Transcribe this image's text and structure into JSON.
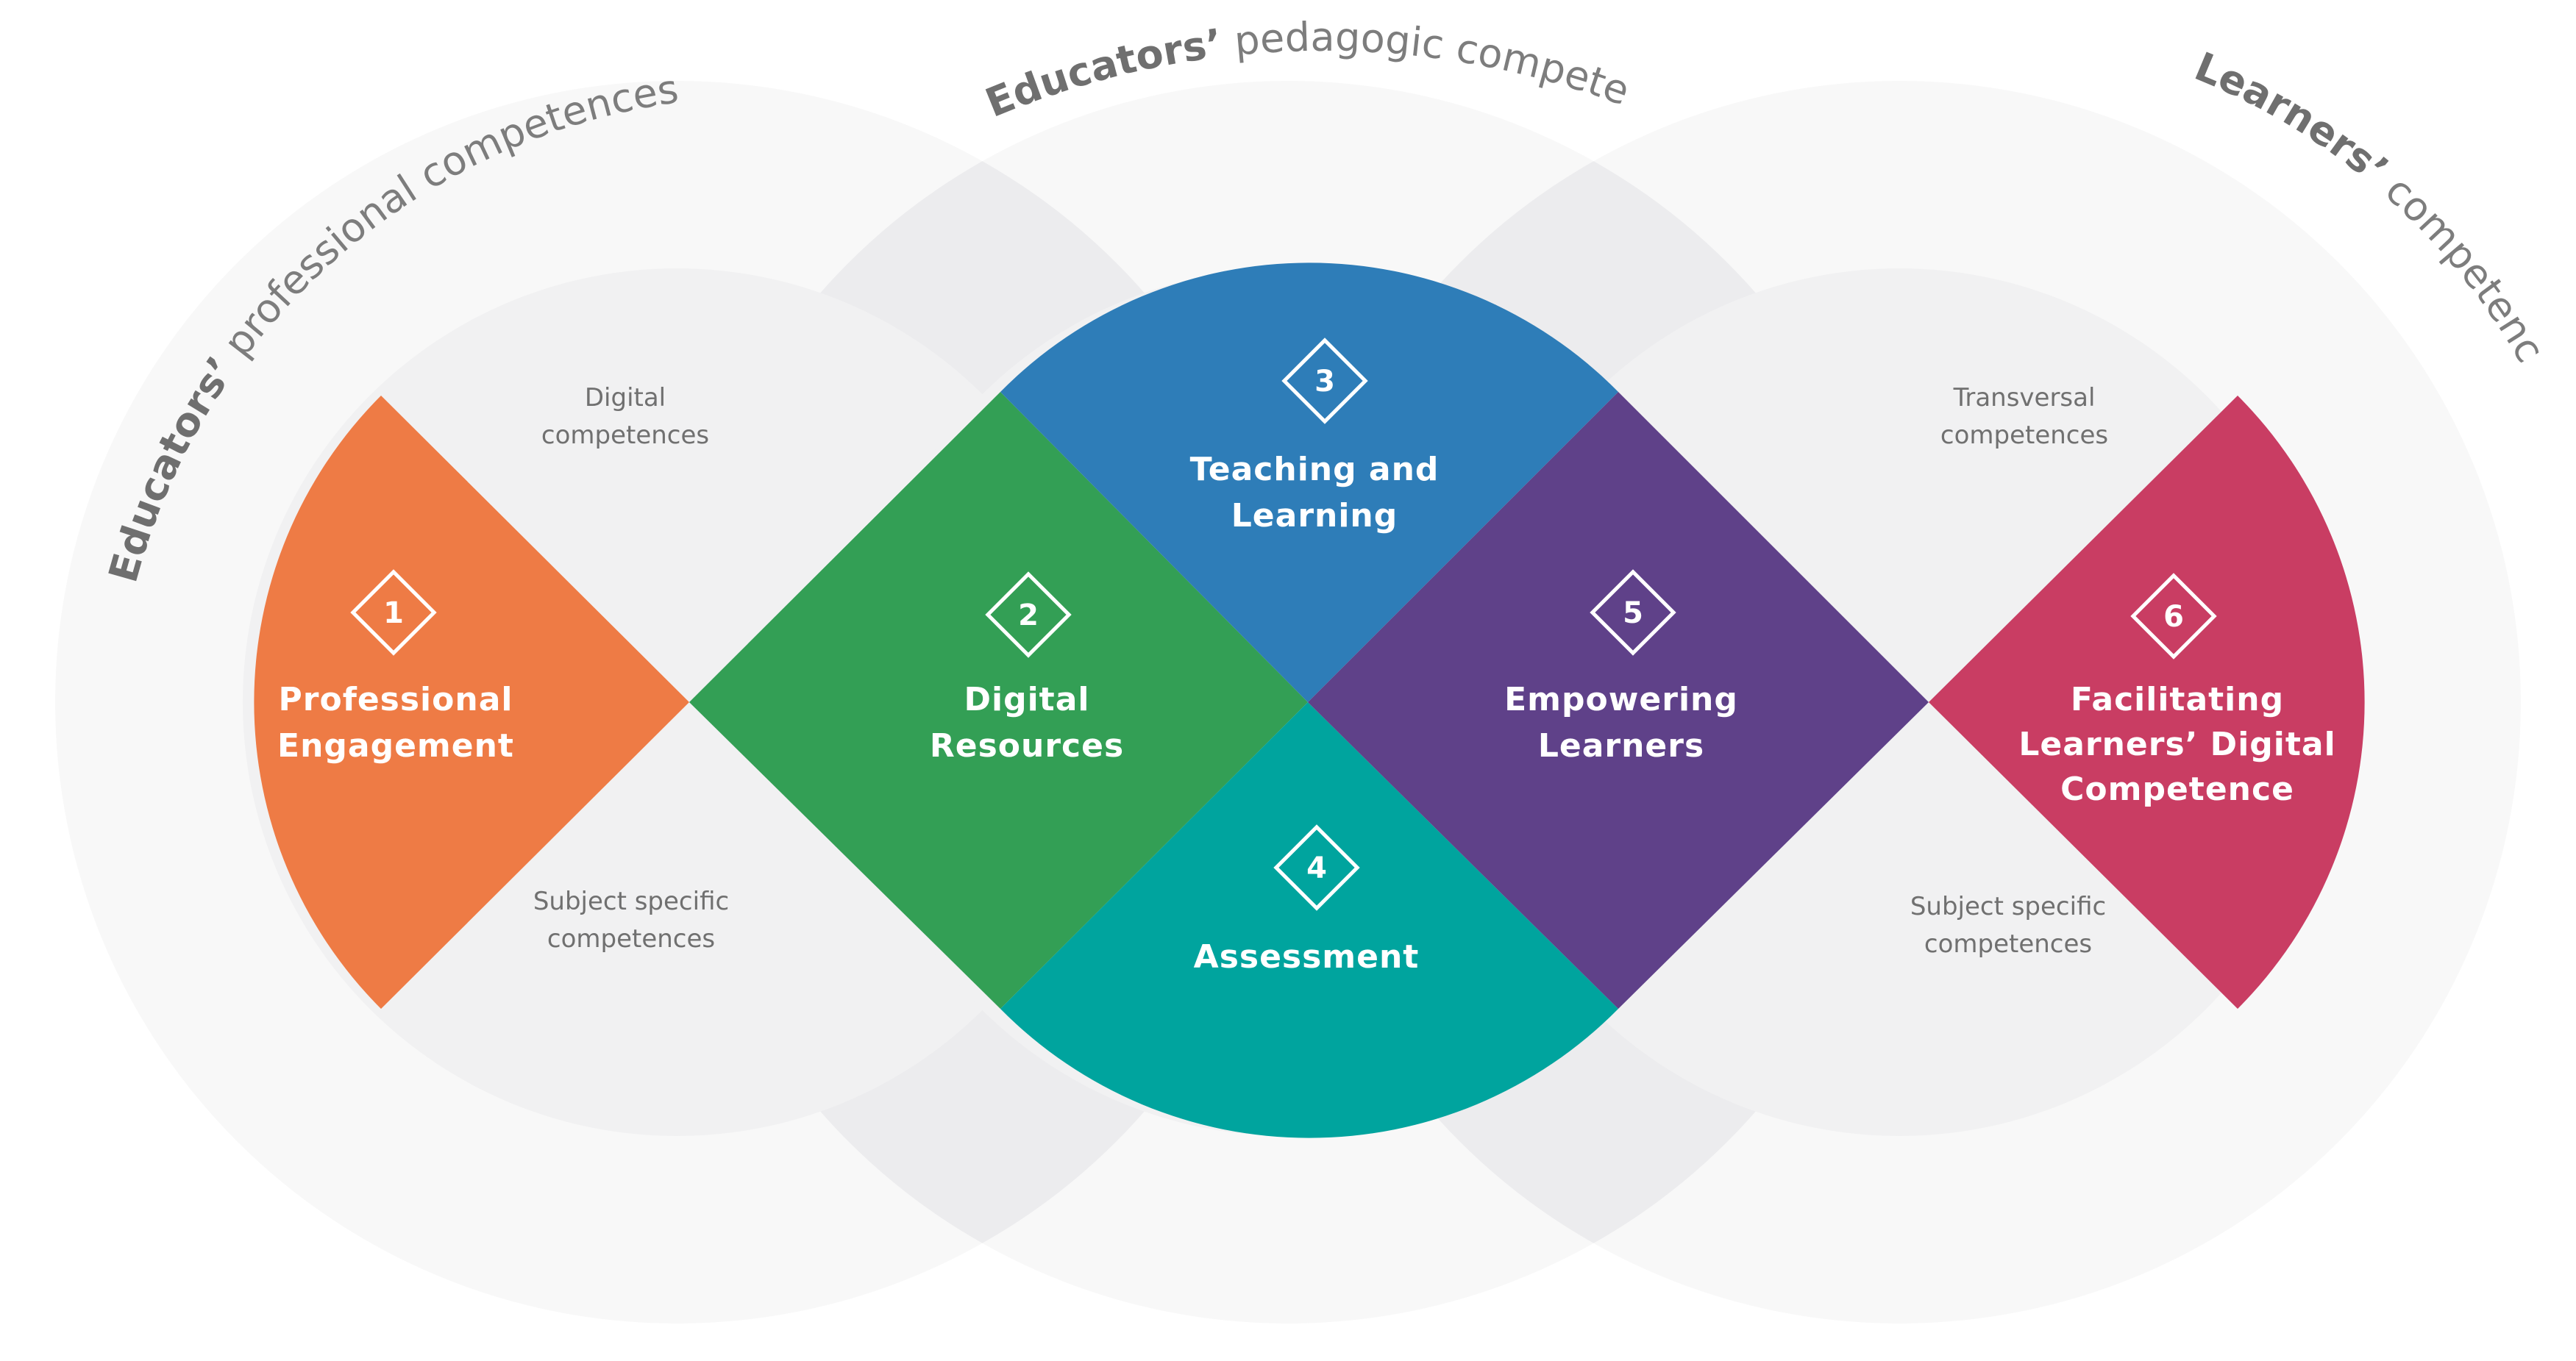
{
  "arc_titles": {
    "professional": {
      "bold": "Educators’",
      "rest": " professional  competences"
    },
    "pedagogic": {
      "bold": "Educators’",
      "rest": " pedagogic  competences"
    },
    "learners": {
      "bold": "Learners’",
      "rest": " competences"
    }
  },
  "side_labels": {
    "left_top": [
      "Digital",
      "competences"
    ],
    "left_bottom": [
      "Subject specific",
      "competences"
    ],
    "right_top": [
      "Transversal",
      "competences"
    ],
    "right_bottom": [
      "Subject specific",
      "competences"
    ]
  },
  "areas": [
    {
      "number": "1",
      "lines": [
        "Professional",
        "Engagement"
      ],
      "color": "#ee7b45"
    },
    {
      "number": "2",
      "lines": [
        "Digital",
        "Resources"
      ],
      "color": "#339f55"
    },
    {
      "number": "3",
      "lines": [
        "Teaching and",
        "Learning"
      ],
      "color": "#2e7db8"
    },
    {
      "number": "4",
      "lines": [
        "Assessment"
      ],
      "color": "#00a49e"
    },
    {
      "number": "5",
      "lines": [
        "Empowering",
        "Learners"
      ],
      "color": "#5f4189"
    },
    {
      "number": "6",
      "lines": [
        "Facilitating",
        "Learners’ Digital",
        "Competence"
      ],
      "color": "#c93d63"
    }
  ],
  "colors": {
    "outer_circle": "#f8f8f8",
    "inner_circle": "#f1f1f2",
    "overlap": "#ececee"
  }
}
